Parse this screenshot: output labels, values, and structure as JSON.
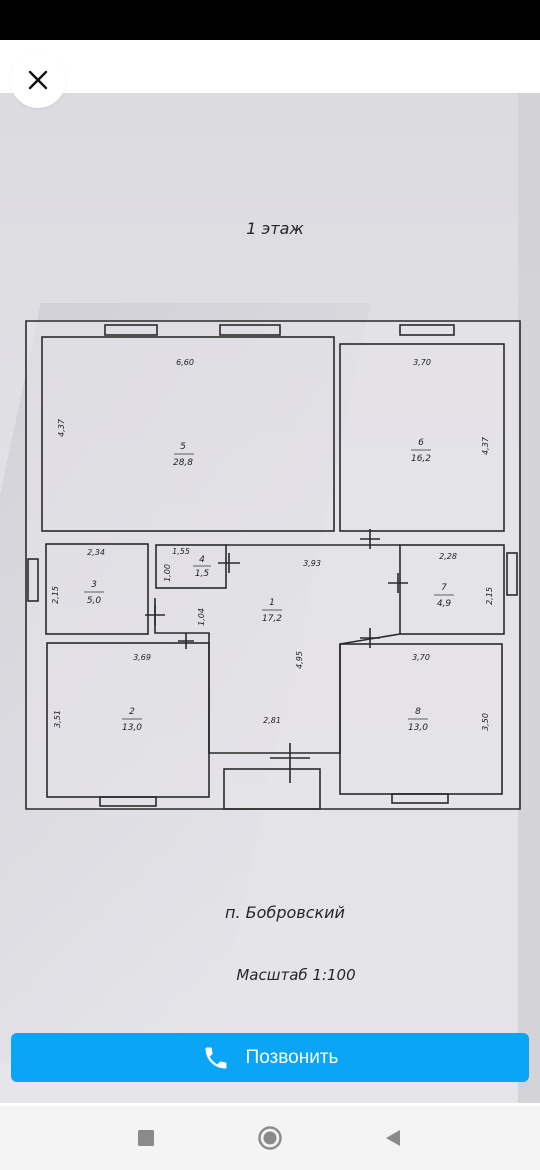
{
  "header": {
    "close_icon": "close-icon"
  },
  "plan": {
    "title": "1 этаж",
    "place": "п. Бобровский",
    "scale": "Масштаб 1:100",
    "rooms": [
      {
        "number": "1",
        "area": "17,2"
      },
      {
        "number": "2",
        "area": "13,0"
      },
      {
        "number": "3",
        "area": "5,0"
      },
      {
        "number": "4",
        "area": "1,5"
      },
      {
        "number": "5",
        "area": "28,8"
      },
      {
        "number": "6",
        "area": "16,2"
      },
      {
        "number": "7",
        "area": "4,9"
      },
      {
        "number": "8",
        "area": "13,0"
      }
    ],
    "dims": [
      "6,60",
      "4,37",
      "3,70",
      "4,37",
      "2,34",
      "2,15",
      "1,55",
      "1,00",
      "1,04",
      "3,93",
      "2,28",
      "2,15",
      "3,69",
      "3,51",
      "4,95",
      "2,81",
      "3,70",
      "3,50"
    ],
    "colors": {
      "line": "#2a2a2a",
      "paper": "#e2e1e6"
    }
  },
  "call_button": {
    "label": "Позвонить",
    "icon": "phone-icon",
    "color": "#0aa5f5"
  },
  "nav": {
    "square_icon": "recent-apps-icon",
    "circle_icon": "home-icon",
    "triangle_icon": "back-icon"
  }
}
